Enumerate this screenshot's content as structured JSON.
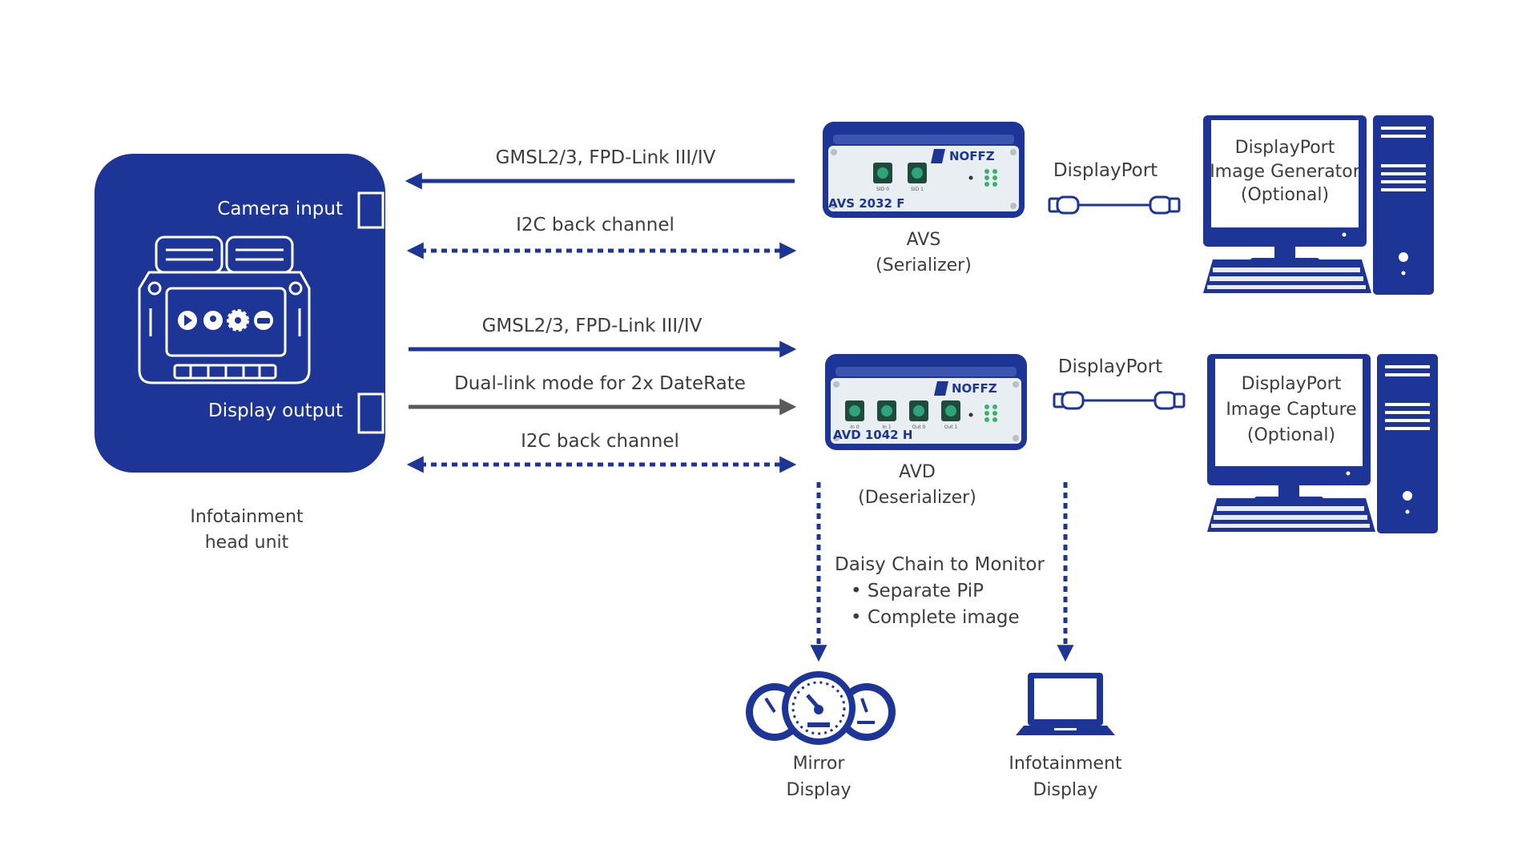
{
  "colors": {
    "primary": "#1c3596",
    "gray_arrow": "#5a5a5a",
    "text": "#3d3d3d",
    "device_face": "#e8eef2"
  },
  "head_unit": {
    "camera_input": "Camera input",
    "display_output": "Display output",
    "caption_line1": "Infotainment",
    "caption_line2": "head unit",
    "icons": [
      "play-icon",
      "location-pin-icon",
      "gear-icon",
      "car-icon"
    ]
  },
  "links_top": {
    "gmsl": "GMSL2/3, FPD-Link III/IV",
    "i2c": "I2C back channel"
  },
  "links_bottom": {
    "gmsl": "GMSL2/3, FPD-Link III/IV",
    "dual_link": "Dual-link mode for 2x DateRate",
    "i2c": "I2C back channel"
  },
  "avs": {
    "model": "AVS 2032 F",
    "brand": "NOFFZ",
    "name": "AVS",
    "role": "(Serializer)",
    "port_labels": [
      "SID 0",
      "SID 1"
    ]
  },
  "avd": {
    "model": "AVD 1042 H",
    "brand": "NOFFZ",
    "name": "AVD",
    "role": "(Deserializer)",
    "port_labels": [
      "In 0",
      "In 1",
      "Out 0",
      "Out 1"
    ]
  },
  "displayport_top": "DisplayPort",
  "displayport_bottom": "DisplayPort",
  "pc_top": {
    "line1": "DisplayPort",
    "line2": "Image Generator",
    "line3": "(Optional)"
  },
  "pc_bottom": {
    "line1": "DisplayPort",
    "line2": "Image Capture",
    "line3": "(Optional)"
  },
  "daisy_chain": {
    "title": "Daisy Chain to Monitor",
    "items": [
      "Separate PiP",
      "Complete image"
    ]
  },
  "mirror_display": {
    "line1": "Mirror",
    "line2": "Display"
  },
  "infotainment_display": {
    "line1": "Infotainment",
    "line2": "Display"
  }
}
